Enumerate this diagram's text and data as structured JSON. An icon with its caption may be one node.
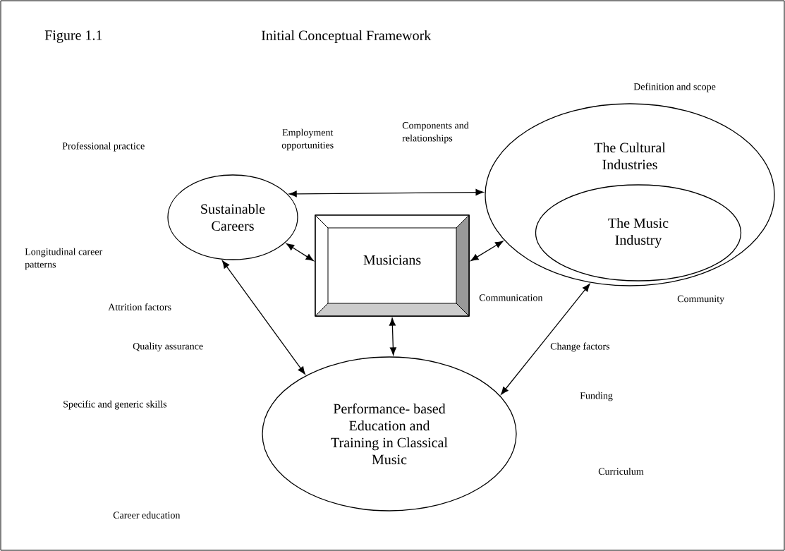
{
  "diagram": {
    "title": "Initial Conceptual Framework",
    "nodes": [
      {
        "text": [
          "Sustainable Careers"
        ]
      },
      {
        "text": [
          "The Cultural Industries"
        ]
      },
      {
        "text": [
          "The Music Industry"
        ],
        "in": 1
      },
      {
        "text": [
          "Musicians"
        ]
      },
      {
        "text": [
          "Performance- based Education and Training in Classical Music"
        ]
      }
    ],
    "edges": [
      {
        "from": 0,
        "to": 1,
        "arrow": "both"
      },
      {
        "from": 0,
        "to": 3,
        "arrow": "both"
      },
      {
        "from": 1,
        "to": 3,
        "arrow": "both"
      },
      {
        "from": 0,
        "to": 4,
        "arrow": "both"
      },
      {
        "from": 3,
        "to": 4,
        "arrow": "both"
      },
      {
        "from": 1,
        "to": 4,
        "arrow": "both"
      }
    ],
    "labels": [
      "Figure 1.1",
      "Definition and scope",
      "Components and relationships",
      "Professional practice",
      "Employment opportunities",
      "Longitudinal career patterns",
      "Communication",
      "Attrition factors",
      "Community",
      "Quality assurance",
      "Change factors",
      "Funding",
      "Specific and generic skills",
      "Curriculum",
      "Career education"
    ]
  }
}
